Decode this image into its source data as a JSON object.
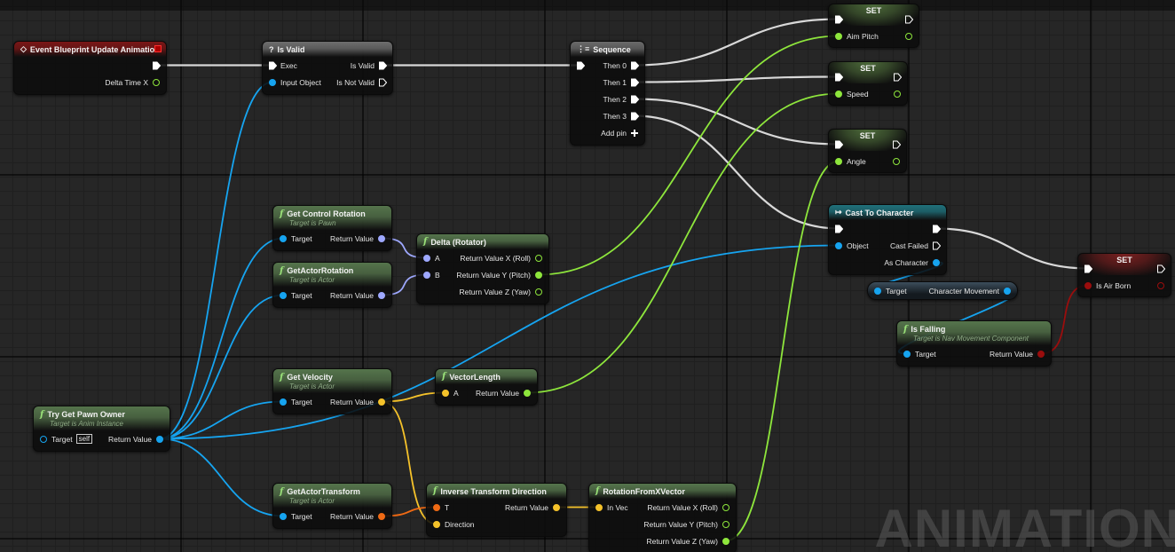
{
  "watermark": "ANIMATION",
  "colors": {
    "exec": "#ffffff",
    "object": "#16a4f0",
    "float": "#8ee63c",
    "rotator": "#9ea8ff",
    "vector": "#f5c22a",
    "transform": "#f06a14",
    "bool": "#9a0d0d"
  },
  "nodes": [
    {
      "id": "event",
      "kind": "event",
      "icon": "event-diamond-icon",
      "title": "Event Blueprint Update Animation",
      "header": "#7a1616",
      "rows": [
        {
          "out": {
            "type": "exec",
            "c": 1
          }
        },
        {
          "out": {
            "label": "Delta Time X",
            "type": "float",
            "c": 0
          }
        }
      ]
    },
    {
      "id": "isvalid",
      "kind": "macro",
      "icon": "question-icon",
      "title": "Is Valid",
      "header": "#6e6e6e",
      "rows": [
        {
          "in": {
            "label": "Exec",
            "type": "exec",
            "c": 1
          },
          "out": {
            "label": "Is Valid",
            "type": "exec",
            "c": 1
          }
        },
        {
          "in": {
            "label": "Input Object",
            "type": "object",
            "c": 1
          },
          "out": {
            "label": "Is Not Valid",
            "type": "exec",
            "c": 0
          }
        }
      ]
    },
    {
      "id": "sequence",
      "kind": "macro",
      "icon": "sequence-icon",
      "title": "Sequence",
      "header": "#6a6a6a",
      "rows": [
        {
          "in": {
            "type": "exec",
            "c": 1
          },
          "out": {
            "label": "Then 0",
            "type": "exec",
            "c": 1
          }
        },
        {
          "out": {
            "label": "Then 1",
            "type": "exec",
            "c": 1
          }
        },
        {
          "out": {
            "label": "Then 2",
            "type": "exec",
            "c": 1
          }
        },
        {
          "out": {
            "label": "Then 3",
            "type": "exec",
            "c": 1
          }
        },
        {
          "out": {
            "label": "Add pin",
            "type": "add",
            "c": 1
          }
        }
      ]
    },
    {
      "id": "set_aim",
      "kind": "set",
      "title": "SET",
      "header": "#4d6b3a",
      "rows": [
        {
          "in": {
            "type": "exec",
            "c": 1
          },
          "out": {
            "type": "exec",
            "c": 0
          }
        },
        {
          "in": {
            "label": "Aim Pitch",
            "type": "float",
            "c": 1
          },
          "out": {
            "type": "float",
            "c": 0
          }
        }
      ]
    },
    {
      "id": "set_speed",
      "kind": "set",
      "title": "SET",
      "header": "#4d6b3a",
      "rows": [
        {
          "in": {
            "type": "exec",
            "c": 1
          },
          "out": {
            "type": "exec",
            "c": 0
          }
        },
        {
          "in": {
            "label": "Speed",
            "type": "float",
            "c": 1
          },
          "out": {
            "type": "float",
            "c": 0
          }
        }
      ]
    },
    {
      "id": "set_angle",
      "kind": "set",
      "title": "SET",
      "header": "#4d6b3a",
      "rows": [
        {
          "in": {
            "type": "exec",
            "c": 1
          },
          "out": {
            "type": "exec",
            "c": 0
          }
        },
        {
          "in": {
            "label": "Angle",
            "type": "float",
            "c": 1
          },
          "out": {
            "type": "float",
            "c": 0
          }
        }
      ]
    },
    {
      "id": "cast",
      "kind": "cast",
      "icon": "cast-icon",
      "title": "Cast To Character",
      "header": "#20707a",
      "rows": [
        {
          "in": {
            "type": "exec",
            "c": 1
          },
          "out": {
            "type": "exec",
            "c": 1
          }
        },
        {
          "in": {
            "label": "Object",
            "type": "object",
            "c": 1
          },
          "out": {
            "label": "Cast Failed",
            "type": "exec",
            "c": 0
          }
        },
        {
          "out": {
            "label": "As Character",
            "type": "object",
            "c": 1
          }
        }
      ]
    },
    {
      "id": "charmove",
      "kind": "compact",
      "rows": [
        {
          "in": {
            "label": "Target",
            "type": "object",
            "c": 1
          },
          "out": {
            "label": "Character Movement",
            "type": "object",
            "c": 1
          }
        }
      ]
    },
    {
      "id": "isfalling",
      "kind": "function",
      "title": "Is Falling",
      "subtitle": "Target is Nav Movement Component",
      "header": "#55744c",
      "rows": [
        {
          "in": {
            "label": "Target",
            "type": "object",
            "c": 1
          },
          "out": {
            "label": "Return Value",
            "type": "bool",
            "c": 1
          }
        }
      ]
    },
    {
      "id": "set_air",
      "kind": "set",
      "title": "SET",
      "header": "#7a2020",
      "rows": [
        {
          "in": {
            "type": "exec",
            "c": 1
          },
          "out": {
            "type": "exec",
            "c": 0
          }
        },
        {
          "in": {
            "label": "Is Air Born",
            "type": "bool",
            "c": 1
          },
          "out": {
            "type": "bool",
            "c": 0
          }
        }
      ]
    },
    {
      "id": "getctrl",
      "kind": "function",
      "title": "Get Control Rotation",
      "subtitle": "Target is Pawn",
      "header": "#55744c",
      "rows": [
        {
          "in": {
            "label": "Target",
            "type": "object",
            "c": 1
          },
          "out": {
            "label": "Return Value",
            "type": "rotator",
            "c": 1
          }
        }
      ]
    },
    {
      "id": "getactorrot",
      "kind": "function",
      "title": "GetActorRotation",
      "subtitle": "Target is Actor",
      "header": "#55744c",
      "rows": [
        {
          "in": {
            "label": "Target",
            "type": "object",
            "c": 1
          },
          "out": {
            "label": "Return Value",
            "type": "rotator",
            "c": 1
          }
        }
      ]
    },
    {
      "id": "delta",
      "kind": "function",
      "title": "Delta (Rotator)",
      "header": "#55744c",
      "rows": [
        {
          "in": {
            "label": "A",
            "type": "rotator",
            "c": 1
          },
          "out": {
            "label": "Return Value X (Roll)",
            "type": "float",
            "c": 0
          }
        },
        {
          "in": {
            "label": "B",
            "type": "rotator",
            "c": 1
          },
          "out": {
            "label": "Return Value Y (Pitch)",
            "type": "float",
            "c": 1
          }
        },
        {
          "out": {
            "label": "Return Value Z (Yaw)",
            "type": "float",
            "c": 0
          }
        }
      ]
    },
    {
      "id": "getvel",
      "kind": "function",
      "title": "Get Velocity",
      "subtitle": "Target is Actor",
      "header": "#55744c",
      "rows": [
        {
          "in": {
            "label": "Target",
            "type": "object",
            "c": 1
          },
          "out": {
            "label": "Return Value",
            "type": "vector",
            "c": 1
          }
        }
      ]
    },
    {
      "id": "veclen",
      "kind": "function",
      "title": "VectorLength",
      "header": "#55744c",
      "rows": [
        {
          "in": {
            "label": "A",
            "type": "vector",
            "c": 1
          },
          "out": {
            "label": "Return Value",
            "type": "float",
            "c": 1
          }
        }
      ]
    },
    {
      "id": "pawn",
      "kind": "function",
      "title": "Try Get Pawn Owner",
      "subtitle": "Target is Anim Instance",
      "header": "#55744c",
      "rows": [
        {
          "in": {
            "label": "Target",
            "type": "object",
            "c": 0,
            "default": "self"
          },
          "out": {
            "label": "Return Value",
            "type": "object",
            "c": 1
          }
        }
      ]
    },
    {
      "id": "gettransform",
      "kind": "function",
      "title": "GetActorTransform",
      "subtitle": "Target is Actor",
      "header": "#55744c",
      "rows": [
        {
          "in": {
            "label": "Target",
            "type": "object",
            "c": 1
          },
          "out": {
            "label": "Return Value",
            "type": "transform",
            "c": 1
          }
        }
      ]
    },
    {
      "id": "invtrans",
      "kind": "function",
      "title": "Inverse Transform Direction",
      "header": "#55744c",
      "rows": [
        {
          "in": {
            "label": "T",
            "type": "transform",
            "c": 1
          },
          "out": {
            "label": "Return Value",
            "type": "vector",
            "c": 1
          }
        },
        {
          "in": {
            "label": "Direction",
            "type": "vector",
            "c": 1
          }
        }
      ]
    },
    {
      "id": "rotfromx",
      "kind": "function",
      "title": "RotationFromXVector",
      "header": "#55744c",
      "rows": [
        {
          "in": {
            "label": "In Vec",
            "type": "vector",
            "c": 1
          },
          "out": {
            "label": "Return Value X (Roll)",
            "type": "float",
            "c": 0
          }
        },
        {
          "out": {
            "label": "Return Value Y (Pitch)",
            "type": "float",
            "c": 0
          }
        },
        {
          "out": {
            "label": "Return Value Z (Yaw)",
            "type": "float",
            "c": 1
          }
        }
      ]
    }
  ]
}
